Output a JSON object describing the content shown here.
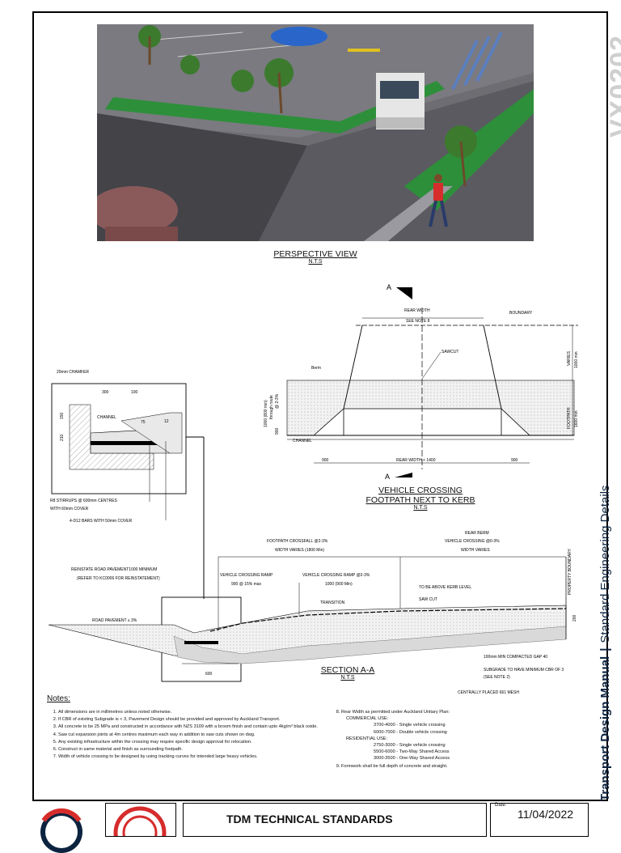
{
  "sheet": {
    "code": "VX0202",
    "series_title_bold": "Transport Design Manual",
    "series_separator": "|",
    "series_title_regular": "Standard Engineering Details"
  },
  "perspective": {
    "title": "PERSPECTIVE VIEW",
    "scale": "N.T.S"
  },
  "plan": {
    "title_line1": "VEHICLE CROSSING",
    "title_line2": "FOOTPATH NEXT TO KERB",
    "scale": "N.T.S",
    "section_marker": "A",
    "labels": {
      "rear_width": "REAR WIDTH",
      "see_note": "SEE NOTE 8",
      "boundary": "BOUNDARY",
      "sawcut": "SAWCUT",
      "berm": "Berm",
      "varies": "VARIES",
      "varies_min": "1000 min",
      "footpath": "FOOTPATH",
      "footpath_min": "1600 min",
      "through_route": "1000 (800 min)",
      "through_route2": "through route",
      "through_grade": "@ 2-3%",
      "dim_900": "900",
      "channel": "CHANNEL",
      "dim_left": "900",
      "dim_mid": "REAR WIDTH + 1400",
      "dim_right": "900"
    }
  },
  "kerb_detail": {
    "chamfer": "20mm CHAMFER",
    "dim_300": "300",
    "dim_100": "100",
    "dim_150": "150",
    "dim_210": "210",
    "dim_75": "75",
    "dim_12": "12",
    "channel": "CHANNEL",
    "stirrups": "R8 STIRRUPS @ 600mm CENTRES",
    "cover": "WITH 60mm COVER",
    "bars": "4-D12 BARS WITH 50mm COVER"
  },
  "section": {
    "title": "SECTION A-A",
    "scale": "N.T.S",
    "labels": {
      "reinstate": "REINSTATE ROAD PAVEMENT1000 MINIMUM",
      "reinstate2": "(REFER TO KC0006 FOR REINSTATEMENT)",
      "footpath_crossfall": "FOOTPATH CROSSFALL @2-3%",
      "footpath_width": "WIDTH VARIES (1800 Min)",
      "rear_berm": "REAR BERM",
      "rear_berm2": "VEHICLE CROSSING @0-3%",
      "rear_berm3": "WIDTH VARIES",
      "ramp1": "VEHICLE CROSSING RAMP",
      "ramp1b": "900 @ 15% max",
      "ramp2": "VEHICLE CROSSING RAMP @2-3%",
      "ramp2b": "1000 (900 Min)",
      "above_kerb": "TO BE ABOVE KERB LEVEL",
      "transition": "TRANSITION",
      "sawcut": "SAW CUT",
      "road_pavement": "ROAD PAVEMENT ≤ 3%",
      "property_boundary": "PROPERTY BOUNDARY",
      "dim_200": "200",
      "dim_600": "600",
      "gap40": "100mm MIN COMPACTED GAP 40",
      "subgrade": "SUBGRADE TO HAVE MINIMUM CBR OF 3",
      "subgrade2": "(SEE NOTE 2)",
      "mesh": "CENTRALLY PLACED 661 MESH"
    }
  },
  "notes": {
    "title": "Notes:",
    "left": [
      "All dimensions are in millimetres unless noted otherwise.",
      "If CBR of existing Subgrade is < 3, Pavement Design should be provided and approved by Auckland Transport.",
      "All concrete to be 25 MPa and constructed in accordance with NZS 3109 with a broom finish and contain upto 4kg/m³ black oxide.",
      "Saw cut expansion joints at 4m centres maximum each way in addition to saw cuts shown on dwg.",
      "Any existing infrastructure within the crossing may require specific design approval for relocation.",
      "Construct in same material and finish as surrounding footpath.",
      "Width of vehicle crossing to be designed by using tracking curves for intended large heavy vehicles."
    ],
    "right_intro": "Rear Width as permitted under Auckland Unitary Plan:",
    "commercial_title": "COMMERCIAL USE:",
    "commercial": [
      "3700-4000 - Single vehicle crossing",
      "6000-7000 - Double vehicle crossing"
    ],
    "residential_title": "RESIDENTIAL USE:",
    "residential": [
      "2750-3000 - Single vehicle crossing",
      "5500-6000 - Two-Way Shared Access",
      "3000-3500 - One-Way Shared Access"
    ],
    "note9": "Formwork shall be full depth of concrete and straight."
  },
  "footer": {
    "standard": "TDM TECHNICAL STANDARDS",
    "date_label": "Date:",
    "date": "11/04/2022"
  }
}
